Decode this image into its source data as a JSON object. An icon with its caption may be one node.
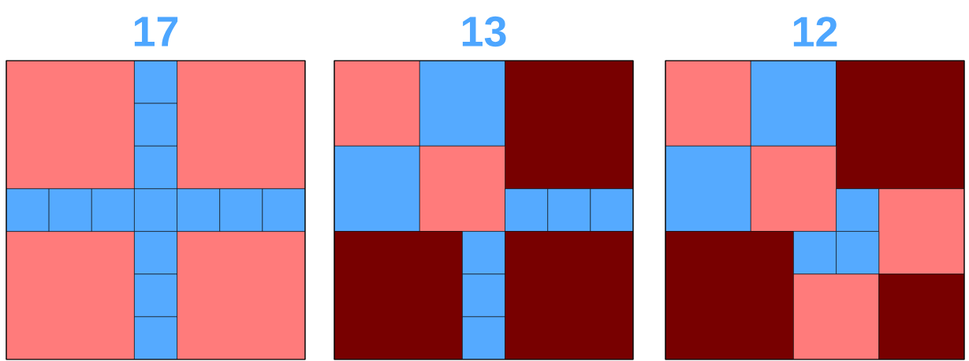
{
  "diagram": {
    "labels": [
      "17",
      "13",
      "12"
    ]
  }
}
